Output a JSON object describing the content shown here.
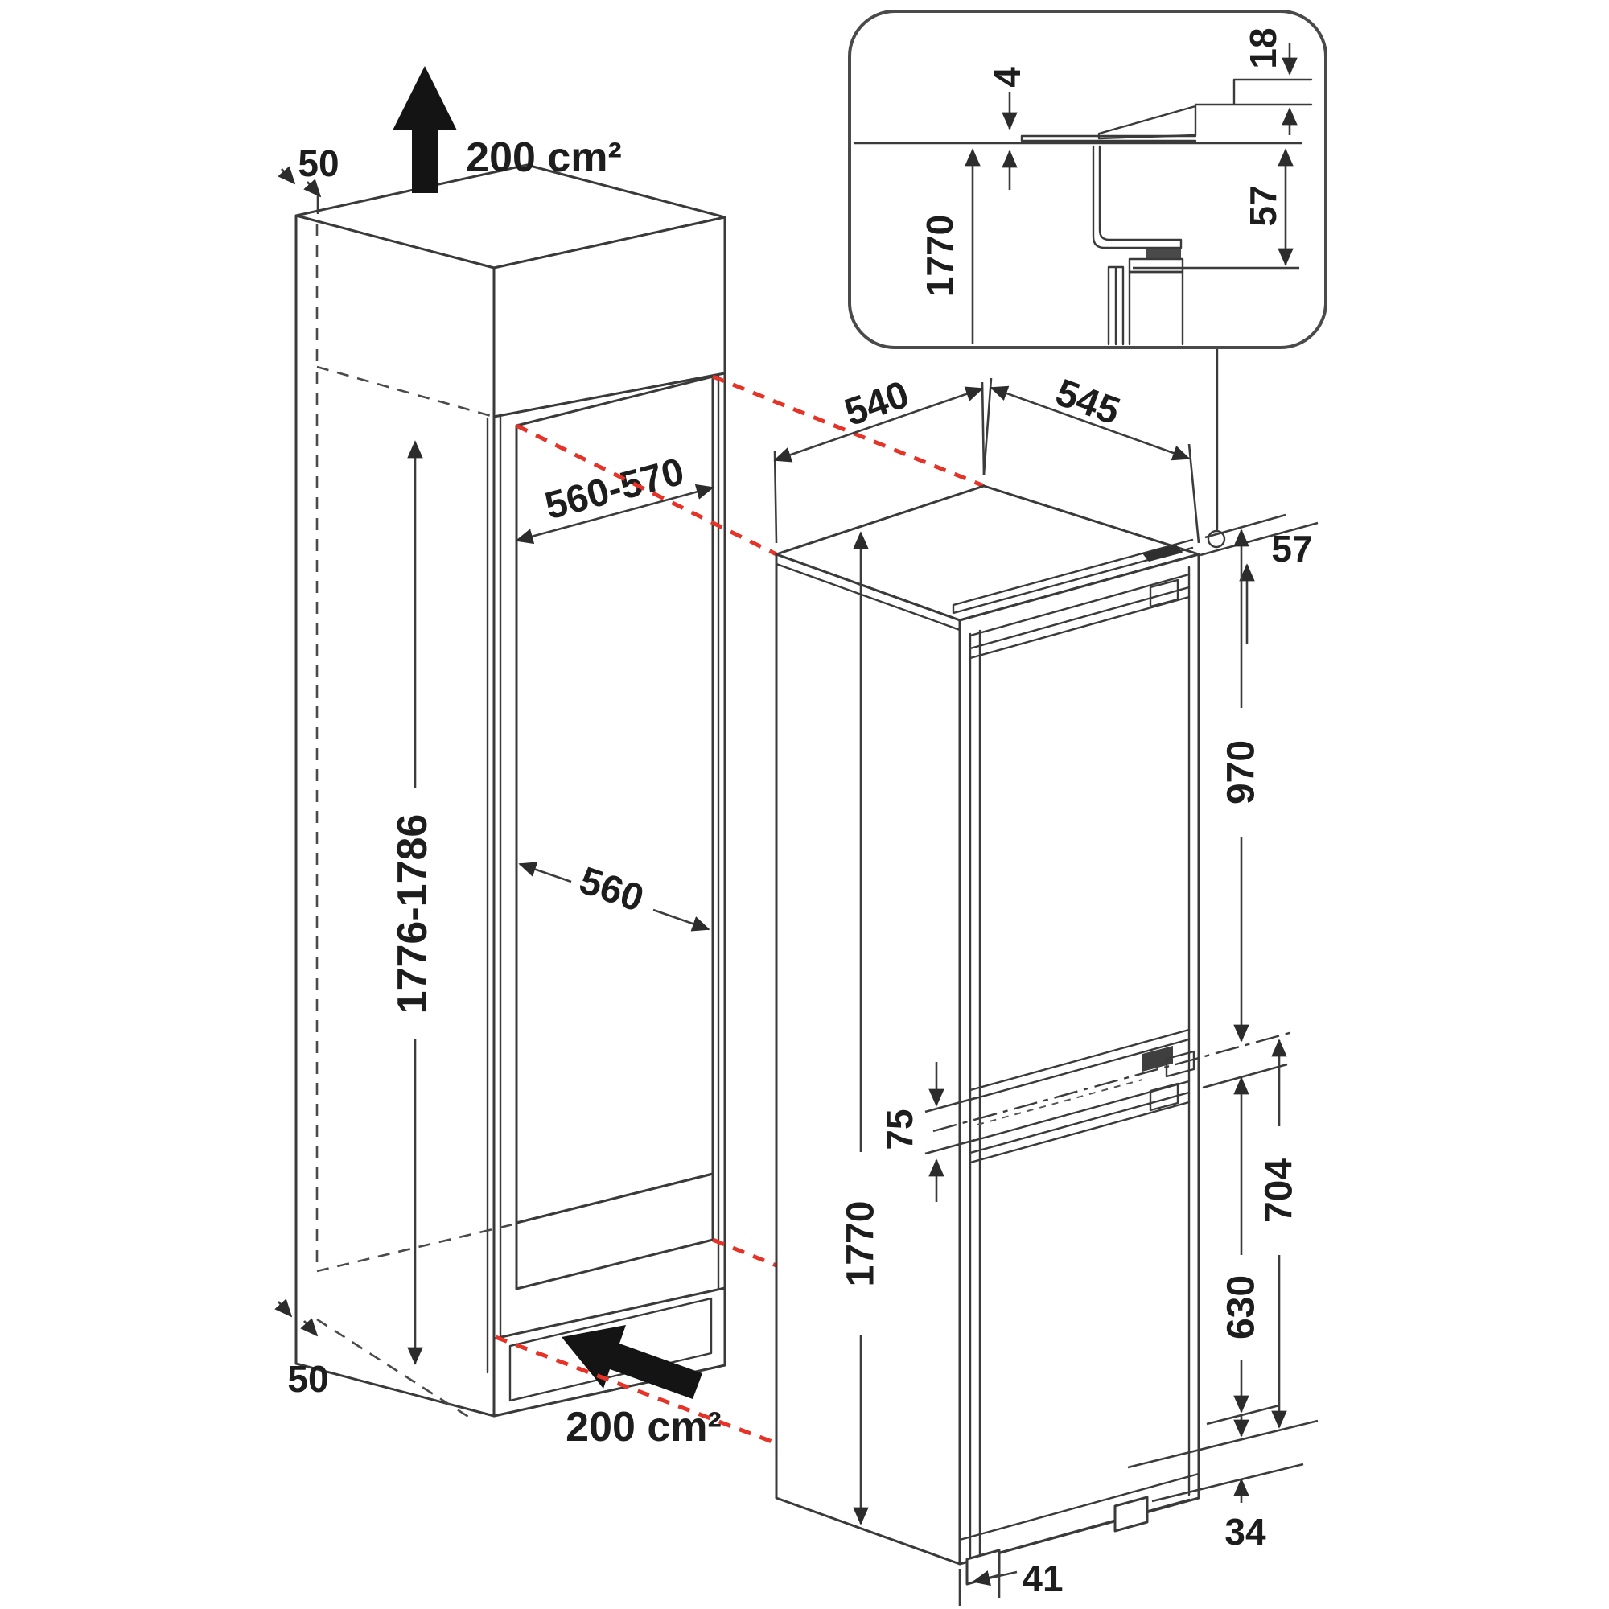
{
  "colors": {
    "line": "#3a3a3a",
    "red": "#e53328",
    "panel_dark": "#a6a6a6",
    "panel_light": "#d8d8d8"
  },
  "cabinet": {
    "top_clearance": "50",
    "top_vent_area": "200 cm²",
    "niche_width": "560-570",
    "niche_height": "1776-1786",
    "niche_depth": "560",
    "bottom_clearance": "50",
    "bottom_vent_area": "200 cm²"
  },
  "appliance": {
    "depth": "540",
    "width": "545",
    "top_hinge_offset": "57",
    "fridge_door_height": "970",
    "hinge_to_bottom": "704",
    "freezer_door_height": "630",
    "door_overhang": "34",
    "height": "1770",
    "door_gap": "75",
    "base_recess": "41"
  },
  "detail": {
    "top_gap": "4",
    "panel_thickness": "18",
    "hinge_clearance": "57",
    "appliance_height": "1770"
  }
}
